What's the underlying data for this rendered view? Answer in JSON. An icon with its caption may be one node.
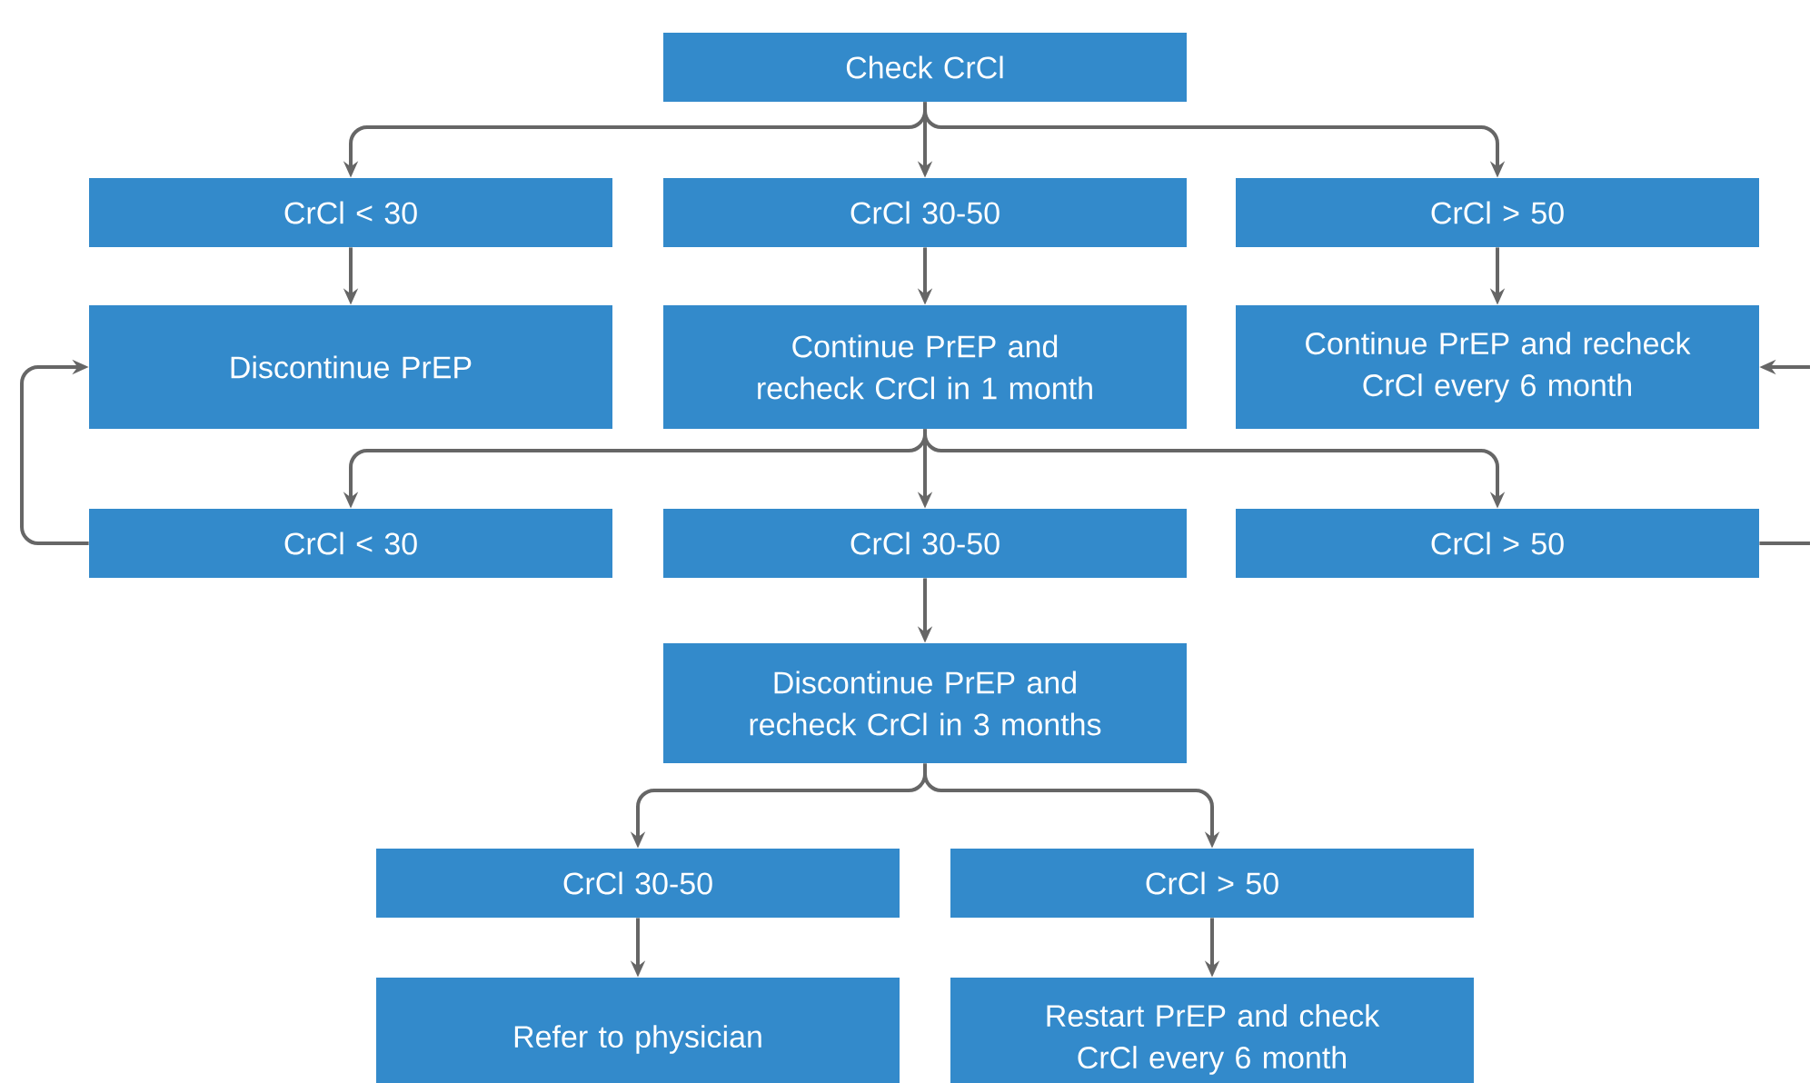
{
  "diagram": {
    "nodes": [
      {
        "text": [
          "Check CrCl"
        ]
      },
      {
        "text": [
          "CrCl < 30"
        ]
      },
      {
        "text": [
          "CrCl 30-50"
        ]
      },
      {
        "text": [
          "CrCl > 50"
        ]
      },
      {
        "text": [
          "Discontinue PrEP"
        ]
      },
      {
        "text": [
          "Continue PrEP and recheck CrCl in 1 month"
        ]
      },
      {
        "text": [
          "Continue PrEP and recheck CrCl every 6 month"
        ]
      },
      {
        "text": [
          "CrCl < 30"
        ]
      },
      {
        "text": [
          "CrCl 30-50"
        ]
      },
      {
        "text": [
          "CrCl > 50"
        ]
      },
      {
        "text": [
          "Discontinue PrEP and recheck CrCl in 3 months"
        ]
      },
      {
        "text": [
          "CrCl 30-50"
        ]
      },
      {
        "text": [
          "CrCl > 50"
        ]
      },
      {
        "text": [
          "Refer to physician"
        ]
      },
      {
        "text": [
          "Restart PrEP and check CrCl every 6 month"
        ]
      }
    ],
    "edges": [
      {
        "from": 0,
        "to": 1,
        "arrow": "to"
      },
      {
        "from": 0,
        "to": 2,
        "arrow": "to"
      },
      {
        "from": 0,
        "to": 3,
        "arrow": "to"
      },
      {
        "from": 1,
        "to": 4,
        "arrow": "to"
      },
      {
        "from": 2,
        "to": 5,
        "arrow": "to"
      },
      {
        "from": 3,
        "to": 6,
        "arrow": "to"
      },
      {
        "from": 5,
        "to": 7,
        "arrow": "to"
      },
      {
        "from": 5,
        "to": 8,
        "arrow": "to"
      },
      {
        "from": 5,
        "to": 9,
        "arrow": "to"
      },
      {
        "from": 7,
        "to": 4,
        "arrow": "to"
      },
      {
        "from": 9,
        "to": 6,
        "arrow": "to"
      },
      {
        "from": 8,
        "to": 10,
        "arrow": "to"
      },
      {
        "from": 10,
        "to": 11,
        "arrow": "to"
      },
      {
        "from": 10,
        "to": 12,
        "arrow": "to"
      },
      {
        "from": 11,
        "to": 13,
        "arrow": "to"
      },
      {
        "from": 12,
        "to": 14,
        "arrow": "to"
      }
    ]
  }
}
